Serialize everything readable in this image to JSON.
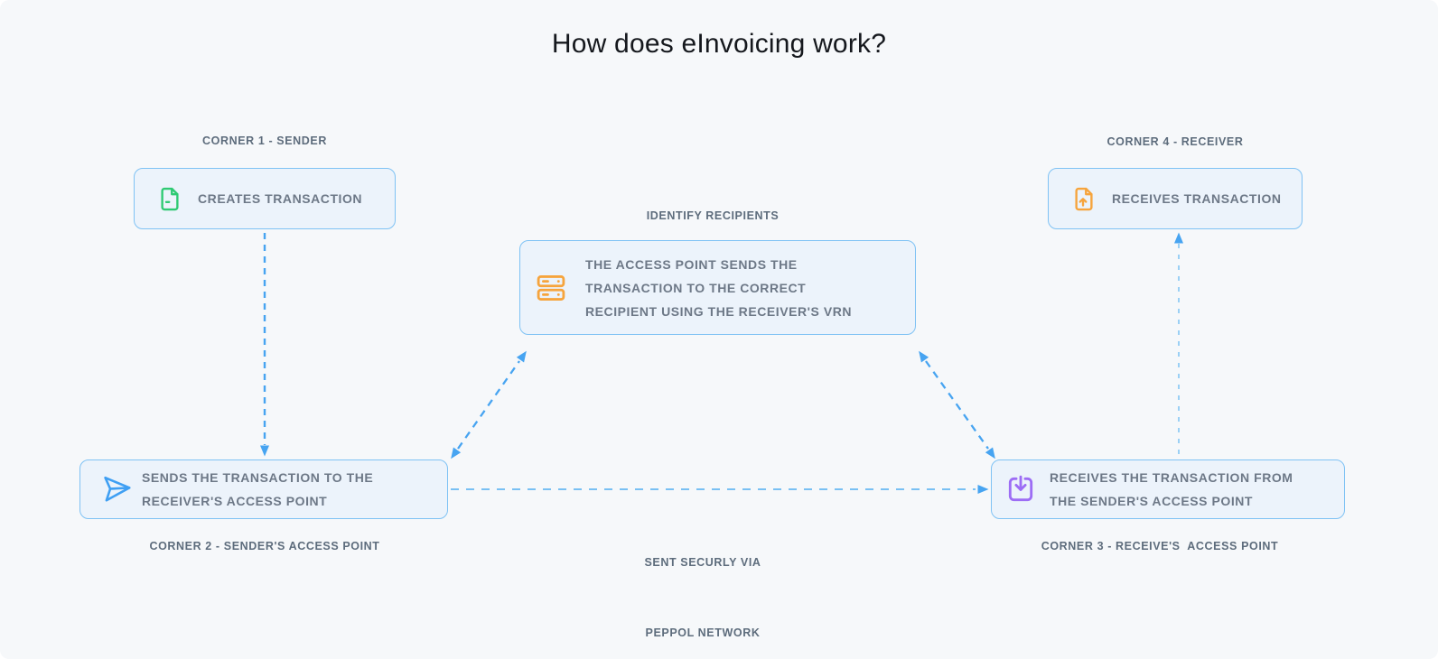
{
  "title": "How does eInvoicing work?",
  "nodes": {
    "corner1": {
      "label": "CORNER 1 - SENDER",
      "lines": [
        "CREATES TRANSACTION"
      ],
      "icon": "file-icon",
      "icon_color": "#2fca73"
    },
    "corner2": {
      "label": "CORNER 2 - SENDER'S ACCESS POINT",
      "lines": [
        "SENDS THE TRANSACTION TO THE",
        "RECEIVER'S ACCESS POINT"
      ],
      "icon": "send-icon",
      "icon_color": "#3f9ff3"
    },
    "identify": {
      "label": "IDENTIFY RECIPIENTS",
      "lines": [
        "THE ACCESS POINT SENDS THE",
        "TRANSACTION TO THE CORRECT",
        "RECIPIENT USING THE RECEIVER'S VRN"
      ],
      "icon": "servers-icon",
      "icon_color": "#f6a43d"
    },
    "corner3": {
      "label": "CORNER 3 - RECEIVE'S  ACCESS POINT",
      "lines": [
        "RECEIVES THE TRANSACTION FROM",
        "THE SENDER'S ACCESS POINT"
      ],
      "icon": "download-icon",
      "icon_color": "#9d6df5"
    },
    "corner4": {
      "label": "CORNER 4 - RECEIVER",
      "lines": [
        "RECEIVES TRANSACTION"
      ],
      "icon": "file-up-icon",
      "icon_color": "#f6a43d"
    }
  },
  "annotations": {
    "network_lines": [
      "SENT SECURLY VIA",
      "PEPPOL NETWORK"
    ]
  },
  "colors": {
    "page_background": "#f6f8fa",
    "box_fill": "#ecf3fb",
    "box_border": "#7fc2f4",
    "arrow_blue": "#47a4f1",
    "arrow_blue_light": "#8bc9f4",
    "box_text": "#6d7887",
    "label_text": "#5d6c7c",
    "title_text": "#15181d",
    "icon_green": "#2fca73",
    "icon_orange": "#f6a43d",
    "icon_blue": "#3f9ff3",
    "icon_purple": "#9d6df5"
  }
}
